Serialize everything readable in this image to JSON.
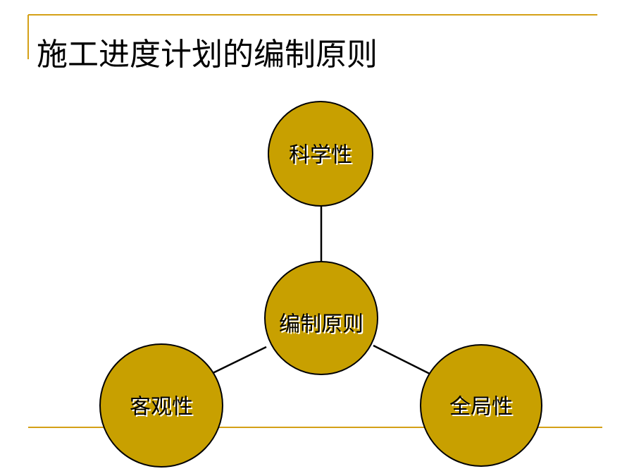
{
  "slide": {
    "title": "施工进度计划的编制原则",
    "accent_color": "#D4A017",
    "node_fill": "#C8A000",
    "node_stroke": "#000000"
  },
  "diagram": {
    "center": {
      "label": "编制原则"
    },
    "nodes": [
      {
        "label": "科学性"
      },
      {
        "label": "客观性"
      },
      {
        "label": "全局性"
      }
    ]
  }
}
